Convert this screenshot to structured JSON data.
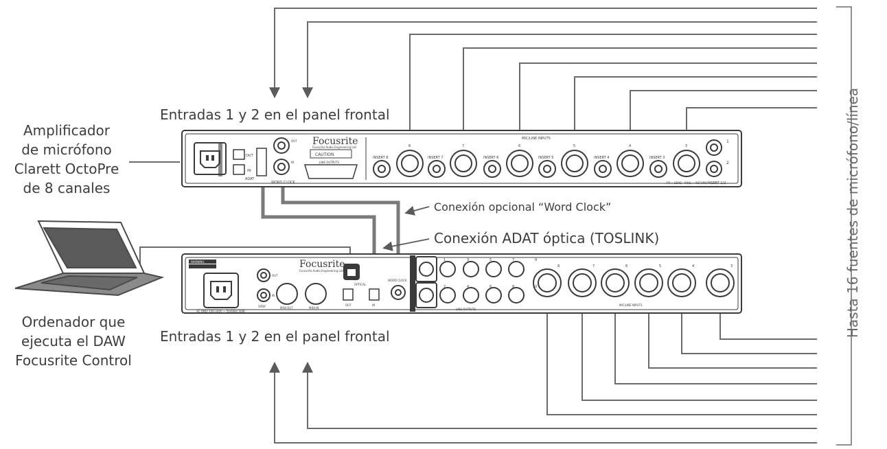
{
  "labels": {
    "front_inputs_top": "Entradas 1 y 2 en el panel frontal",
    "front_inputs_bottom": "Entradas 1 y 2 en el panel frontal",
    "preamp": [
      "Amplificador",
      "de micrófono",
      "Clarett OctoPre",
      "de 8 canales"
    ],
    "computer": [
      "Ordenador que",
      "ejecuta el DAW",
      "Focusrite Control"
    ],
    "word_clock": "Conexión opcional “Word Clock”",
    "adat": "Conexión ADAT óptica (TOSLINK)",
    "sources": "Hasta 16 fuentes de micrófono/línea"
  },
  "device_top": {
    "brand": "Focusrite",
    "brand_sub": "Focusrite Audio Engineering Ltd",
    "caution": "CAUTION",
    "section_title": "MIC/LINE INPUTS",
    "adat_label": "ADAT",
    "out_label": "OUT",
    "in_label": "IN",
    "word_clock_label": "WORD CLOCK",
    "wc_out": "OUT",
    "wc_in": "IN",
    "line_outputs": "LINE OUTPUTS",
    "inserts": [
      "INSERT 8",
      "INSERT 7",
      "INSERT 6",
      "INSERT 5",
      "INSERT 4",
      "INSERT 3"
    ],
    "insert_12": "INSERT 1/2",
    "tip_note": "TIP = SEND · RING = RETURN",
    "channels": [
      "8",
      "7",
      "6",
      "5",
      "4",
      "3"
    ],
    "jack_nums": [
      "1",
      "2"
    ]
  },
  "device_bottom": {
    "brand": "Focusrite",
    "brand_sub": "Focusrite Audio Engineering Ltd",
    "warning": "WARNING",
    "ac_label": "AC ONLY 100-240V ~ 50/60Hz 30W",
    "out_label": "OUT",
    "in_label": "IN",
    "spdif": "SPDIF",
    "midi_out": "MIDI OUT",
    "midi_in": "MIDI IN",
    "optical": "OPTICAL",
    "opt_out": "OUT",
    "opt_in": "IN",
    "word_clock": "WORD CLOCK",
    "line_outputs": "LINE OUTPUTS",
    "mic_inputs": "MIC/LINE INPUTS",
    "line_nums_top": [
      "1",
      "3",
      "5",
      "7",
      "9"
    ],
    "line_nums_bottom": [
      "2",
      "4",
      "6",
      "8",
      "10"
    ],
    "mic_nums": [
      "8",
      "7",
      "6",
      "5",
      "4",
      "3"
    ]
  },
  "colors": {
    "wire": "#5a5a5a",
    "device": "#ffffff",
    "stroke": "#3a3a3a"
  }
}
